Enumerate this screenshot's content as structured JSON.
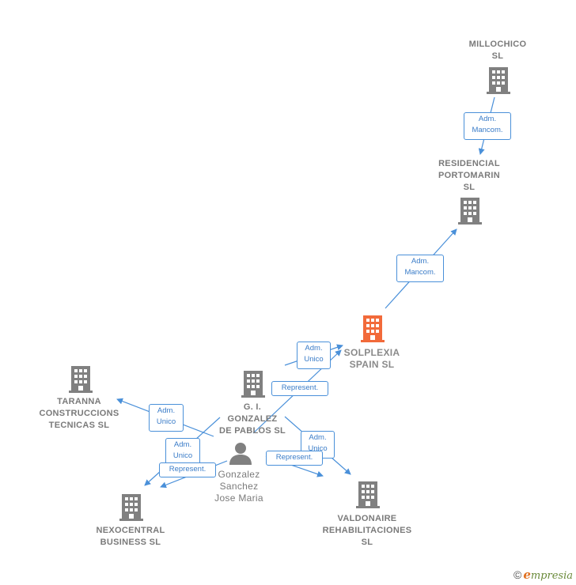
{
  "nodes": {
    "millochico": "MILLOCHICO\nSL",
    "residencial": "RESIDENCIAL\nPORTOMARIN\nSL",
    "solplexia": "SOLPLEXIA\nSPAIN  SL",
    "gi_gonzalez": "G. I.\nGONZALEZ\nDE PABLOS SL",
    "taranna": "TARANNA\nCONSTRUCCIONS\nTECNICAS  SL",
    "nexocentral": "NEXOCENTRAL\nBUSINESS  SL",
    "valdonaire": "VALDONAIRE\nREHABILITACIONES\nSL",
    "person": "Gonzalez\nSanchez\nJose Maria"
  },
  "edges": {
    "millochico_residencial": "Adm.\nMancom.",
    "solplexia_residencial": "Adm.\nMancom.",
    "gi_solplexia": "Adm.\nUnico",
    "person_solplexia": "Represent.",
    "gi_taranna": "Adm.\nUnico",
    "gi_nexocentral": "Adm.\nUnico",
    "person_nexocentral": "Represent.",
    "gi_valdonaire": "Adm.\nUnico",
    "person_valdonaire": "Represent."
  },
  "colors": {
    "main_node": "#f26a3a",
    "node": "#808080",
    "edge": "#4a90d9"
  },
  "footer": {
    "copyright": "©",
    "brand_e": "e",
    "brand_rest": "mpresia"
  }
}
